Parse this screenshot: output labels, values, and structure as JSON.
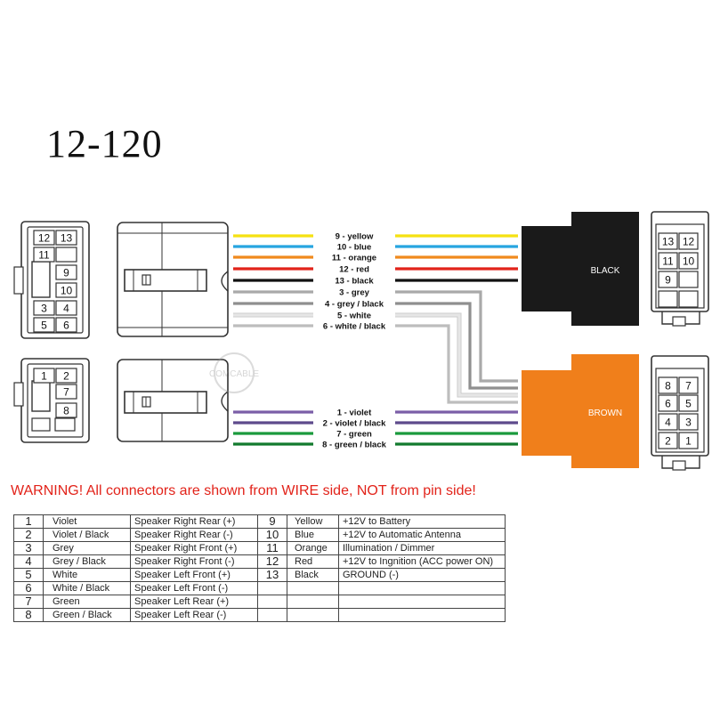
{
  "title": "12-120",
  "watermark": "COMCABLE",
  "warning": "WARNING! All connectors are shown from WIRE side, NOT from pin side!",
  "left_top_connector": {
    "cells": [
      "12",
      "13",
      "11",
      "",
      "9",
      "10",
      "3",
      "4",
      "5",
      "6"
    ]
  },
  "left_bottom_connector": {
    "cells": [
      "1",
      "2",
      "7",
      "8"
    ]
  },
  "right_top_connector": {
    "label": "BLACK",
    "cells": [
      "13",
      "12",
      "11",
      "10",
      "9",
      "",
      "",
      ""
    ]
  },
  "right_bottom_connector": {
    "label": "BROWN",
    "cells": [
      "8",
      "7",
      "6",
      "5",
      "4",
      "3",
      "2",
      "1"
    ]
  },
  "wires": [
    {
      "label": "9 - yellow",
      "color": "#f5e112"
    },
    {
      "label": "10 - blue",
      "color": "#27a5e0"
    },
    {
      "label": "11 - orange",
      "color": "#f08a1d"
    },
    {
      "label": "12 - red",
      "color": "#e2231a"
    },
    {
      "label": "13 - black",
      "color": "#111111"
    },
    {
      "label": "3 - grey",
      "color": "#a9a9a9"
    },
    {
      "label": "4 - grey / black",
      "color": "#8f8f8f"
    },
    {
      "label": "5 - white",
      "color": "#e6e6e6"
    },
    {
      "label": "6 - white / black",
      "color": "#bdbdbd"
    },
    {
      "label": "1 - violet",
      "color": "#7b5ea7"
    },
    {
      "label": "2 - violet / black",
      "color": "#5e4a8c"
    },
    {
      "label": "7 - green",
      "color": "#1a9a3c"
    },
    {
      "label": "8 - green / black",
      "color": "#137a2e"
    }
  ],
  "table": {
    "left": [
      {
        "num": "1",
        "color": "Violet",
        "fn": "Speaker Right Rear (+)"
      },
      {
        "num": "2",
        "color": "Violet / Black",
        "fn": "Speaker Right Rear (-)"
      },
      {
        "num": "3",
        "color": "Grey",
        "fn": "Speaker Right Front (+)"
      },
      {
        "num": "4",
        "color": "Grey / Black",
        "fn": "Speaker Right Front (-)"
      },
      {
        "num": "5",
        "color": "White",
        "fn": "Speaker Left Front (+)"
      },
      {
        "num": "6",
        "color": "White / Black",
        "fn": "Speaker Left Front (-)"
      },
      {
        "num": "7",
        "color": "Green",
        "fn": "Speaker Left Rear (+)"
      },
      {
        "num": "8",
        "color": "Green / Black",
        "fn": "Speaker Left Rear (-)"
      }
    ],
    "right": [
      {
        "num": "9",
        "color": "Yellow",
        "fn": "+12V to Battery"
      },
      {
        "num": "10",
        "color": "Blue",
        "fn": "+12V to Automatic Antenna"
      },
      {
        "num": "11",
        "color": "Orange",
        "fn": "Illumination / Dimmer"
      },
      {
        "num": "12",
        "color": "Red",
        "fn": "+12V to Ingnition (ACC power ON)"
      },
      {
        "num": "13",
        "color": "Black",
        "fn": "GROUND (-)"
      },
      {
        "num": "",
        "color": "",
        "fn": ""
      },
      {
        "num": "",
        "color": "",
        "fn": ""
      },
      {
        "num": "",
        "color": "",
        "fn": ""
      }
    ]
  }
}
